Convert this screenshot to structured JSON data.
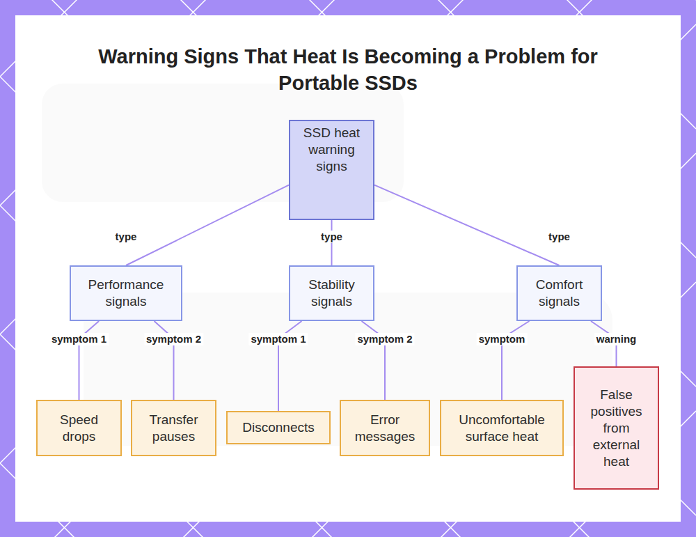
{
  "diagram": {
    "title": "Warning Signs That Heat Is Becoming a Problem for Portable SSDs",
    "nodes": [
      {
        "text": [
          "SSD heat warning signs"
        ]
      },
      {
        "text": [
          "Performance signals"
        ]
      },
      {
        "text": [
          "Stability signals"
        ]
      },
      {
        "text": [
          "Comfort signals"
        ]
      },
      {
        "text": [
          "Speed drops"
        ]
      },
      {
        "text": [
          "Transfer pauses"
        ]
      },
      {
        "text": [
          "Disconnects"
        ]
      },
      {
        "text": [
          "Error messages"
        ]
      },
      {
        "text": [
          "Uncomfortable surface heat"
        ]
      },
      {
        "text": [
          "False positives from external heat"
        ]
      }
    ],
    "edges": [
      {
        "from": 0,
        "to": 1,
        "label": "type",
        "arrow": "none"
      },
      {
        "from": 0,
        "to": 2,
        "label": "type",
        "arrow": "none"
      },
      {
        "from": 0,
        "to": 3,
        "label": "type",
        "arrow": "none"
      },
      {
        "from": 1,
        "to": 4,
        "label": "symptom 1",
        "arrow": "none"
      },
      {
        "from": 1,
        "to": 5,
        "label": "symptom 2",
        "arrow": "none"
      },
      {
        "from": 2,
        "to": 6,
        "label": "symptom 1",
        "arrow": "none"
      },
      {
        "from": 2,
        "to": 7,
        "label": "symptom 2",
        "arrow": "none"
      },
      {
        "from": 3,
        "to": 8,
        "label": "symptom",
        "arrow": "none"
      },
      {
        "from": 3,
        "to": 9,
        "label": "warning",
        "arrow": "none"
      }
    ]
  }
}
